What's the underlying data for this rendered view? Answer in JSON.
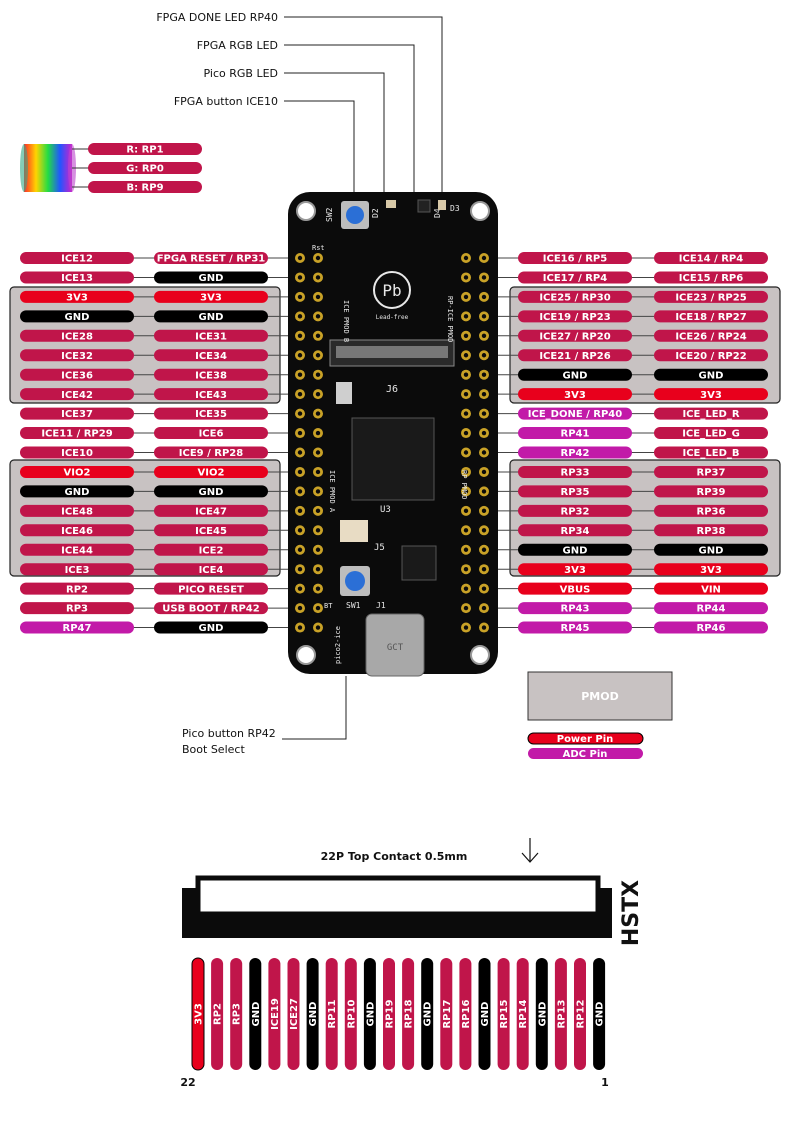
{
  "colors": {
    "crimson": "#c0154a",
    "power": "#e8001c",
    "ground": "#000000",
    "adc": "#c21aa8",
    "pmod_box": "#c8c2c2",
    "board": "#0b0b0b"
  },
  "callouts": {
    "fpga_done_led": "FPGA DONE LED RP40",
    "fpga_rgb_led": "FPGA RGB LED",
    "pico_rgb_led": "Pico RGB LED",
    "fpga_button": "FPGA button ICE10",
    "pico_button_line1": "Pico button RP42",
    "pico_button_line2": "Boot Select"
  },
  "rgb": [
    "R: RP1",
    "G: RP0",
    "B: RP9"
  ],
  "left_outer": [
    "ICE12",
    "ICE13",
    "3V3",
    "GND",
    "ICE28",
    "ICE32",
    "ICE36",
    "ICE42",
    "ICE37",
    "ICE11 / RP29",
    "ICE10",
    "VIO2",
    "GND",
    "ICE48",
    "ICE46",
    "ICE44",
    "ICE3",
    "RP2",
    "RP3",
    "RP47"
  ],
  "left_inner": [
    "FPGA RESET / RP31",
    "GND",
    "3V3",
    "GND",
    "ICE31",
    "ICE34",
    "ICE38",
    "ICE43",
    "ICE35",
    "ICE6",
    "ICE9 / RP28",
    "VIO2",
    "GND",
    "ICE47",
    "ICE45",
    "ICE2",
    "ICE4",
    "PICO RESET",
    "USB BOOT / RP42",
    "GND"
  ],
  "right_inner": [
    "ICE16 / RP5",
    "ICE17 / RP4",
    "ICE25 / RP30",
    "ICE19 / RP23",
    "ICE27 / RP20",
    "ICE21 / RP26",
    "GND",
    "3V3",
    "ICE_DONE / RP40",
    "RP41",
    "RP42",
    "RP33",
    "RP35",
    "RP32",
    "RP34",
    "GND",
    "3V3",
    "VBUS",
    "RP43",
    "RP45"
  ],
  "right_outer": [
    "ICE14 / RP4",
    "ICE15 / RP6",
    "ICE23 / RP25",
    "ICE18 / RP27",
    "ICE26 / RP24",
    "ICE20 / RP22",
    "GND",
    "3V3",
    "ICE_LED_R",
    "ICE_LED_G",
    "ICE_LED_B",
    "RP37",
    "RP39",
    "RP36",
    "RP38",
    "GND",
    "3V3",
    "VIN",
    "RP44",
    "RP46"
  ],
  "legend": {
    "pmod": "PMOD",
    "power_pin": "Power Pin",
    "adc_pin": "ADC Pin"
  },
  "board": {
    "sw2": "SW2",
    "sw1": "SW1",
    "d2": "D2",
    "d4": "D4",
    "d3": "D3",
    "j6": "J6",
    "j5": "J5",
    "j1": "J1",
    "u3": "U3",
    "rst": "Rst",
    "bt": "BT",
    "logo": "Pb",
    "lead_free": "Lead-free",
    "pmod_a": "ICE PMOD A",
    "pmod_b": "ICE PMOD B",
    "rp_pmod": "RP PMOD",
    "rp_ice": "RP-ICE PMOD",
    "usb": "GCT",
    "pico2_ice": "pico2-ice"
  },
  "hstx": {
    "title": "22P Top Contact 0.5mm",
    "side_label": "HSTX",
    "pins": [
      "3V3",
      "RP2",
      "RP3",
      "GND",
      "ICE19",
      "ICE27",
      "GND",
      "RP11",
      "RP10",
      "GND",
      "RP19",
      "RP18",
      "GND",
      "RP17",
      "RP16",
      "GND",
      "RP15",
      "RP14",
      "GND",
      "RP13",
      "RP12",
      "GND"
    ],
    "left_number": "22",
    "right_number": "1"
  }
}
